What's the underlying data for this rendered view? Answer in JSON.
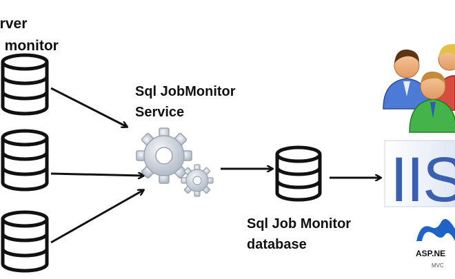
{
  "labels": {
    "source_line1": "erver",
    "source_line2": "o monitor",
    "service_line1": "Sql JobMonitor",
    "service_line2": "Service",
    "database_line1": "Sql Job Monitor",
    "database_line2": "database",
    "iis": "IIS",
    "asp": "ASP.NE",
    "mvc": "MVC"
  },
  "icons": {
    "database": "database-icon",
    "service": "gears-icon",
    "users": "users-icon",
    "iis": "iis-logo",
    "aspnet": "aspnet-mvc-logo"
  },
  "colors": {
    "ink": "#111111",
    "gear": "#c7ced8",
    "iis_blue": "#3a5fb0",
    "aspnet_blue": "#1f63c6",
    "user_blue": "#4b7bd6",
    "user_green": "#43b34a",
    "user_red": "#d84b40"
  }
}
